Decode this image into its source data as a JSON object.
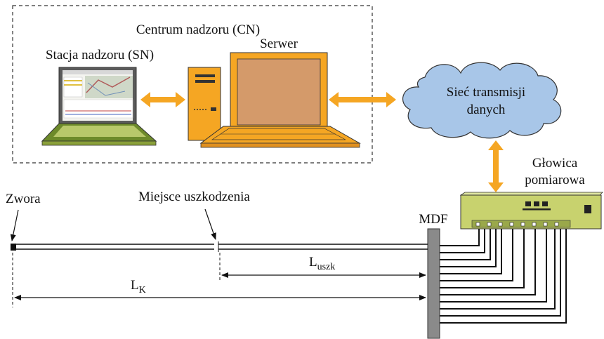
{
  "center": {
    "title": "Centrum nadzoru (CN)"
  },
  "station": {
    "label": "Stacja nadzoru (SN)"
  },
  "server": {
    "label": "Serwer"
  },
  "network": {
    "line1": "Sieć transmisji",
    "line2": "danych"
  },
  "head": {
    "line1": "Głowica",
    "line2": "pomiarowa"
  },
  "line": {
    "zwora": "Zwora",
    "fault": "Miejsce uszkodzenia",
    "mdf": "MDF",
    "luszk_main": "L",
    "luszk_sub": "uszk",
    "lk_main": "L",
    "lk_sub": "K"
  },
  "colors": {
    "orange": "#F5A623",
    "cloud": "#A8C6E8",
    "olive": "#C8D26E",
    "mdf_gray": "#8A8A8A"
  },
  "icons": [
    "laptop-icon",
    "pc-tower-icon",
    "monitor-icon",
    "keyboard-icon",
    "cloud-icon",
    "measuring-head-icon"
  ]
}
